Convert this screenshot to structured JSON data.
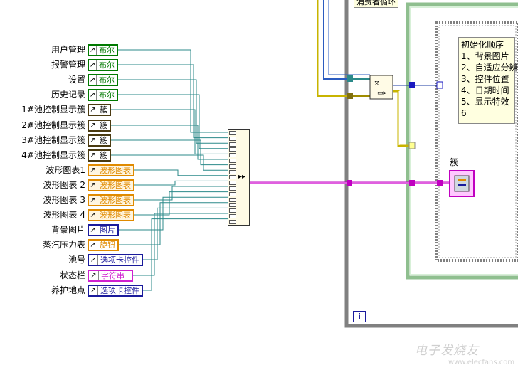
{
  "controls": [
    {
      "label": "用户管理",
      "type_label": "布尔",
      "kind": "bool"
    },
    {
      "label": "报警管理",
      "type_label": "布尔",
      "kind": "bool"
    },
    {
      "label": "设置",
      "type_label": "布尔",
      "kind": "bool"
    },
    {
      "label": "历史记录",
      "type_label": "布尔",
      "kind": "bool"
    },
    {
      "label": "1#池控制显示簇",
      "type_label": "簇",
      "kind": "cluster"
    },
    {
      "label": "2#池控制显示簇",
      "type_label": "簇",
      "kind": "cluster"
    },
    {
      "label": "3#池控制显示簇",
      "type_label": "簇",
      "kind": "cluster"
    },
    {
      "label": "4#池控制显示簇",
      "type_label": "簇",
      "kind": "cluster"
    },
    {
      "label": "波形图表1",
      "type_label": "波形图表",
      "kind": "wave"
    },
    {
      "label": "波形图表 2",
      "type_label": "波形图表",
      "kind": "wave"
    },
    {
      "label": "波形图表 3",
      "type_label": "波形图表",
      "kind": "wave"
    },
    {
      "label": "波形图表 4",
      "type_label": "波形图表",
      "kind": "wave"
    },
    {
      "label": "背景图片",
      "type_label": "图片",
      "kind": "pic"
    },
    {
      "label": "蒸汽压力表",
      "type_label": "旋钮",
      "kind": "knob"
    },
    {
      "label": "池号",
      "type_label": "选项卡控件",
      "kind": "tab"
    },
    {
      "label": "状态栏",
      "type_label": "字符串",
      "kind": "str"
    },
    {
      "label": "养护地点",
      "type_label": "选项卡控件",
      "kind": "tab"
    }
  ],
  "loop_label": "消费者循环",
  "iteration_terminal": "i",
  "cluster_output_label": "簇",
  "sequence_note": [
    "初始化顺序",
    "1、背景图片",
    "2、自适应分辨",
    "3、控件位置",
    "4、日期时间",
    "5、显示特效",
    "6"
  ],
  "watermark": {
    "main": "电子发烧友",
    "sub": "www.elecfans.com"
  },
  "colors": {
    "bool": "#007a00",
    "cluster": "#4a3a10",
    "wave": "#e08a00",
    "pic": "#1a1a9c",
    "knob": "#e08a00",
    "tab": "#1a1a9c",
    "str": "#d020d0",
    "reference_wire": "#2b8a8a",
    "cluster_wire": "#c000c0"
  }
}
